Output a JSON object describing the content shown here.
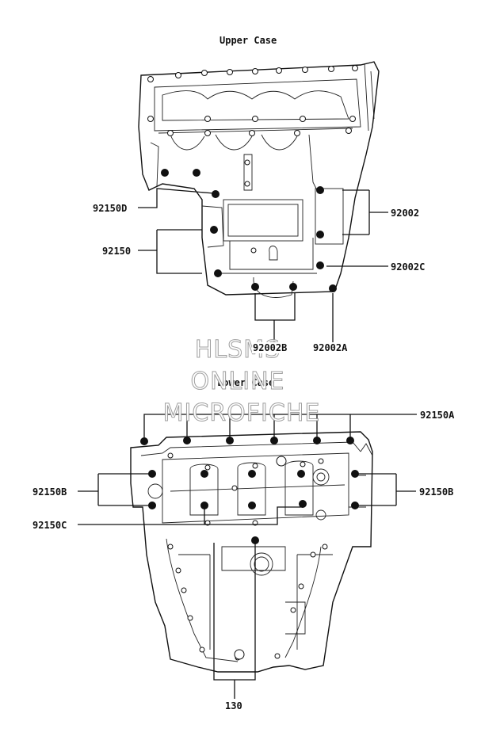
{
  "sections": {
    "upper_title": "Upper Case",
    "lower_title": "Lower Case"
  },
  "watermark": {
    "line1": "HLSMS",
    "line2": "ONLINE",
    "line3": "MICROFICHE"
  },
  "labels": {
    "p92150D": "92150D",
    "p92150": "92150",
    "p92002": "92002",
    "p92002C": "92002C",
    "p92002B": "92002B",
    "p92002A": "92002A",
    "p92150A": "92150A",
    "p92150B_left": "92150B",
    "p92150B_right": "92150B",
    "p92150C": "92150C",
    "p130": "130"
  },
  "icons": {
    "bolt": "filled-circle",
    "hole": "ring-circle"
  }
}
